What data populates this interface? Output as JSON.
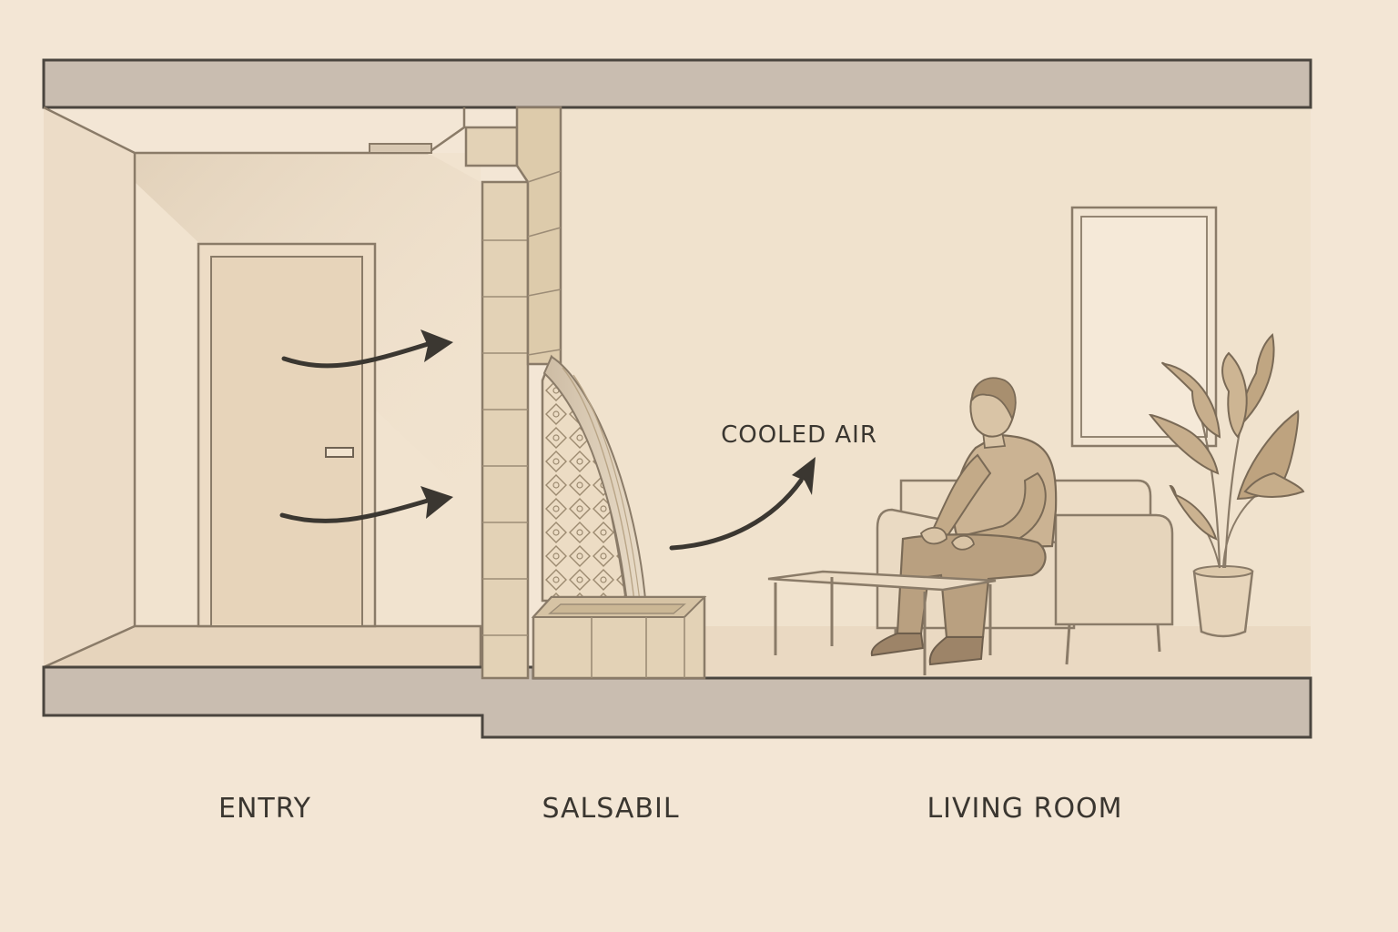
{
  "labels": {
    "entry": "ENTRY",
    "salsabil": "SALSABIL",
    "living_room": "LIVING ROOM",
    "cooled_air": "COOLED AIR"
  },
  "colors": {
    "background": "#f3e6d5",
    "slab": "#c9bdb0",
    "outline": "#4a453e",
    "arrow": "#3b3731",
    "stone": "#e3d2b6",
    "person": "#cbb393",
    "furniture": "#ead9c2"
  },
  "icons": {
    "airflow_in": "curved-arrow-right",
    "airflow_out": "curved-arrow-up-right",
    "plant": "potted-plant",
    "person": "seated-person"
  }
}
